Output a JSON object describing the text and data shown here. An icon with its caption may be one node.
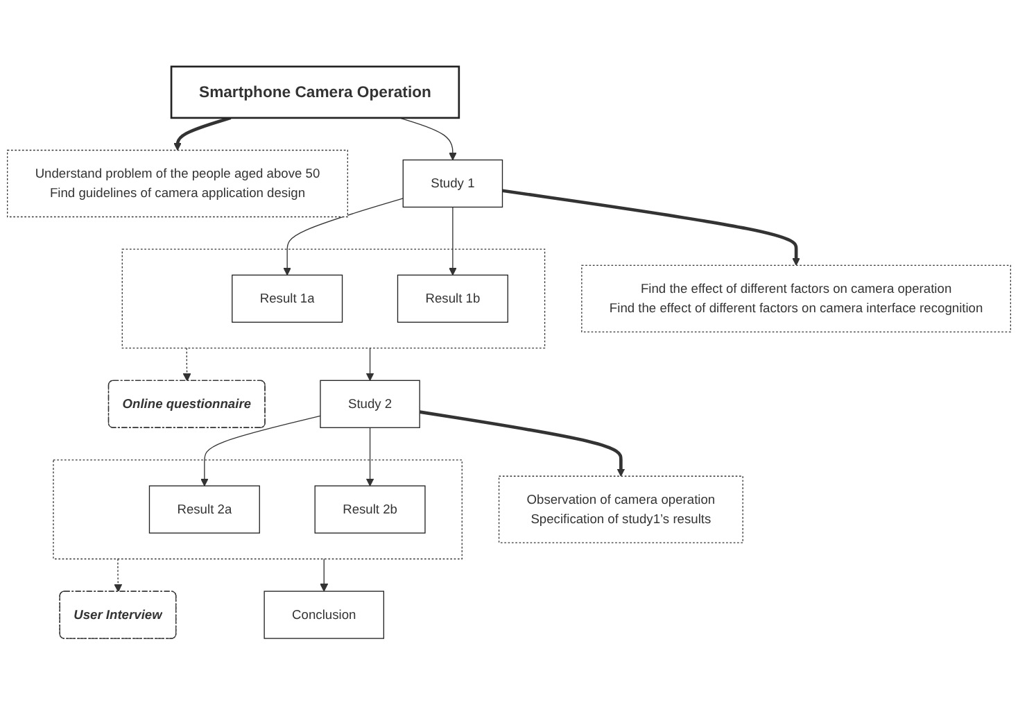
{
  "diagram": {
    "nodes": [
      {
        "text": [
          "Smartphone Camera Operation"
        ]
      },
      {
        "text": [
          "Understand problem of the people aged above 50",
          "Find guidelines  of camera application design"
        ]
      },
      {
        "text": [
          "Study 1"
        ]
      },
      {
        "text": [
          "Find the effect of different factors on camera operation",
          "Find the effect of different factors on camera interface recognition"
        ]
      },
      {
        "text": [],
        "shape": "box"
      },
      {
        "text": [
          "Result 1a"
        ],
        "in": 4
      },
      {
        "text": [
          "Result 1b"
        ],
        "in": 4
      },
      {
        "text": [
          "Online questionnaire"
        ]
      },
      {
        "text": [
          "Study 2"
        ]
      },
      {
        "text": [
          "Observation of camera operation",
          "Specification of  study1’s results"
        ]
      },
      {
        "text": [],
        "shape": "box"
      },
      {
        "text": [
          "Result 2a"
        ],
        "in": 10
      },
      {
        "text": [
          "Result 2b"
        ],
        "in": 10
      },
      {
        "text": [
          "User Interview"
        ]
      },
      {
        "text": [
          "Conclusion"
        ]
      }
    ],
    "edges": [
      {
        "from": 0,
        "to": 1,
        "arrow": "to",
        "style": "thick"
      },
      {
        "from": 0,
        "to": 2,
        "arrow": "to"
      },
      {
        "from": 2,
        "to": 3,
        "arrow": "to",
        "style": "thick"
      },
      {
        "from": 2,
        "to": 5,
        "arrow": "to"
      },
      {
        "from": 2,
        "to": 6,
        "arrow": "to"
      },
      {
        "from": 4,
        "to": 7,
        "arrow": "to",
        "style": "dashed"
      },
      {
        "from": 4,
        "to": 8,
        "arrow": "to"
      },
      {
        "from": 8,
        "to": 9,
        "arrow": "to",
        "style": "thick"
      },
      {
        "from": 8,
        "to": 11,
        "arrow": "to"
      },
      {
        "from": 8,
        "to": 12,
        "arrow": "to"
      },
      {
        "from": 10,
        "to": 13,
        "arrow": "to",
        "style": "dashed"
      },
      {
        "from": 10,
        "to": 14,
        "arrow": "to"
      }
    ]
  }
}
